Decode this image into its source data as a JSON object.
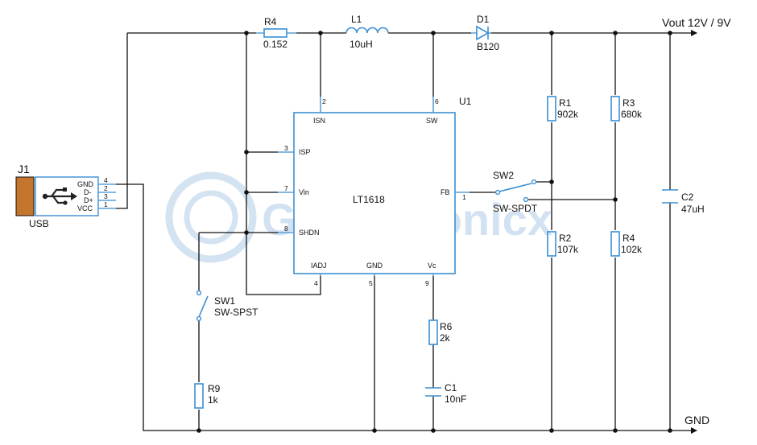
{
  "title": "Vout 12V / 9V",
  "gnd_label": "GND",
  "watermark": "Gadgetronicx",
  "connector": {
    "ref": "J1",
    "name": "USB",
    "pins": [
      {
        "num": "4",
        "name": "GND"
      },
      {
        "num": "2",
        "name": "D-"
      },
      {
        "num": "3",
        "name": "D+"
      },
      {
        "num": "1",
        "name": "VCC"
      }
    ]
  },
  "ic": {
    "ref": "U1",
    "part": "LT1618",
    "pins": {
      "isn": {
        "num": "2",
        "name": "ISN"
      },
      "sw": {
        "num": "6",
        "name": "SW"
      },
      "isp": {
        "num": "3",
        "name": "ISP"
      },
      "vin": {
        "num": "7",
        "name": "Vin"
      },
      "shdn": {
        "num": "8",
        "name": "SHDN"
      },
      "fb": {
        "num": "1",
        "name": "FB"
      },
      "iadj": {
        "num": "4",
        "name": "IADJ"
      },
      "gnd": {
        "num": "5",
        "name": "GND"
      },
      "vc": {
        "num": "9",
        "name": "Vc"
      }
    }
  },
  "components": {
    "r4a": {
      "ref": "R4",
      "value": "0.152"
    },
    "l1": {
      "ref": "L1",
      "value": "10uH"
    },
    "d1": {
      "ref": "D1",
      "value": "B120"
    },
    "r1": {
      "ref": "R1",
      "value": "902k"
    },
    "r2": {
      "ref": "R2",
      "value": "107k"
    },
    "r3": {
      "ref": "R3",
      "value": "680k"
    },
    "r4b": {
      "ref": "R4",
      "value": "102k"
    },
    "c2": {
      "ref": "C2",
      "value": "47uH"
    },
    "sw2": {
      "ref": "SW2",
      "type": "SW-SPDT",
      "pin": "1"
    },
    "sw1": {
      "ref": "SW1",
      "type": "SW-SPST"
    },
    "r9": {
      "ref": "R9",
      "value": "1k"
    },
    "r6": {
      "ref": "R6",
      "value": "2k"
    },
    "c1": {
      "ref": "C1",
      "value": "10nF"
    }
  }
}
